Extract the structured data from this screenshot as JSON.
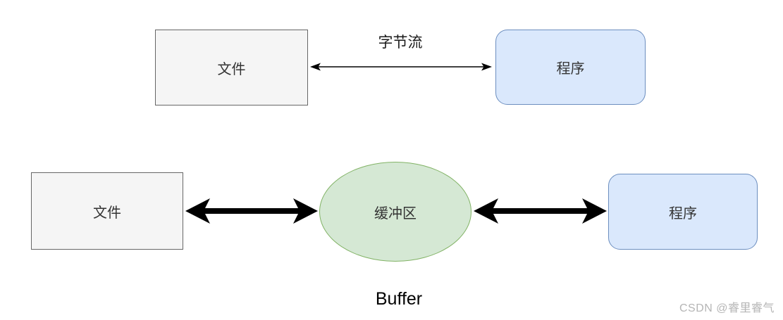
{
  "diagram": {
    "title_hint": "File IO byte-stream vs buffered IO diagram",
    "top_row": {
      "file_label": "文件",
      "arrow_label": "字节流",
      "program_label": "程序"
    },
    "bottom_row": {
      "file_label": "文件",
      "buffer_label": "缓冲区",
      "program_label": "程序",
      "caption": "Buffer"
    },
    "watermark": "CSDN @睿里睿气",
    "colors": {
      "file_fill": "#f5f5f5",
      "file_border": "#666666",
      "program_fill": "#dae8fc",
      "program_border": "#6c8ebf",
      "buffer_fill": "#d5e8d4",
      "buffer_border": "#82b366",
      "arrow": "#000000",
      "watermark_text": "#b5b5b5"
    }
  }
}
